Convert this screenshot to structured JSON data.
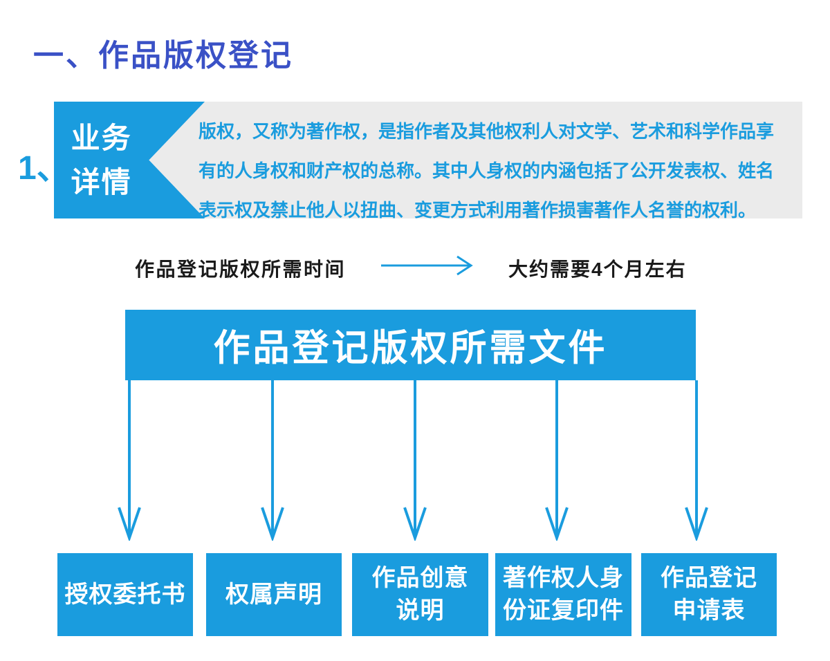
{
  "colors": {
    "accent_blue": "#1A9CDE",
    "title_blue": "#3A51C6",
    "panel_gray": "#EBEBEB",
    "text_dark": "#1A1A1A",
    "text_white": "#FFFFFF"
  },
  "icons": {
    "timeline_arrow": "right-arrow",
    "flow_arrow": "down-arrow"
  },
  "header": {
    "title": "一、作品版权登记",
    "item_number": "1、"
  },
  "business_detail": {
    "label_line1": "业务",
    "label_line2": "详情",
    "description_lines": [
      "版权，又称为著作权，是指作者及其他权利人对文学、艺术和科学作品享",
      "有的人身权和财产权的总称。其中人身权的内涵包括了公开发表权、姓名",
      "表示权及禁止他人以扭曲、变更方式利用著作损害著作人名誉的权利。"
    ]
  },
  "timeline": {
    "label": "作品登记版权所需时间",
    "value": "大约需要4个月左右"
  },
  "documents": {
    "banner": "作品登记版权所需文件",
    "items": [
      "授权委托书",
      "权属声明",
      "作品创意\n说明",
      "著作权人身\n份证复印件",
      "作品登记\n申请表"
    ]
  }
}
